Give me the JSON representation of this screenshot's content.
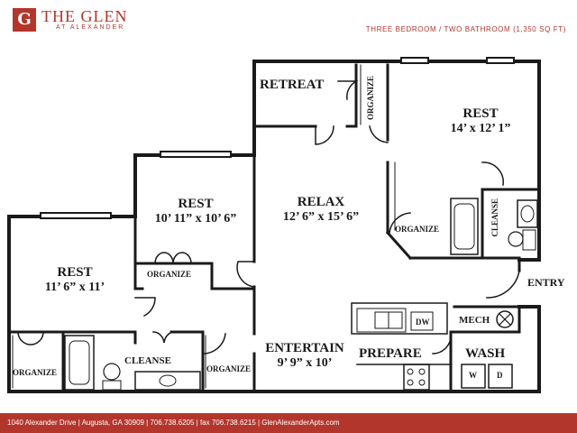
{
  "brand": {
    "logo_letter": "G",
    "name": "THE GLEN",
    "tagline": "AT ALEXANDER",
    "accent_color": "#b3362d"
  },
  "unit_type": "THREE BEDROOM / TWO BATHROOM (1,350 SQ FT)",
  "rooms": {
    "retreat": {
      "name": "RETREAT"
    },
    "rest_ne": {
      "name": "REST",
      "dims": "14’ x 12’ 1”"
    },
    "rest_mid": {
      "name": "REST",
      "dims": "10’ 11” x 10’ 6”"
    },
    "relax": {
      "name": "RELAX",
      "dims": "12’ 6” x 15’ 6”"
    },
    "rest_w": {
      "name": "REST",
      "dims": "11’ 6” x 11’"
    },
    "entertain": {
      "name": "ENTERTAIN",
      "dims": "9’ 9” x 10’"
    },
    "prepare": {
      "name": "PREPARE"
    },
    "wash": {
      "name": "WASH"
    }
  },
  "labels": {
    "organize_retreat": "ORGANIZE",
    "organize_ne": "ORGANIZE",
    "organize_mid": "ORGANIZE",
    "organize_w": "ORGANIZE",
    "organize_s": "ORGANIZE",
    "cleanse_ne": "CLEANSE",
    "cleanse_s": "CLEANSE",
    "entry": "ENTRY",
    "mech": "MECH",
    "dw": "DW",
    "washer": "W",
    "dryer": "D"
  },
  "footer": "1040 Alexander Drive | Augusta, GA 30909 | 706.738.6205 | fax 706.738.6215 | GlenAlexanderApts.com"
}
